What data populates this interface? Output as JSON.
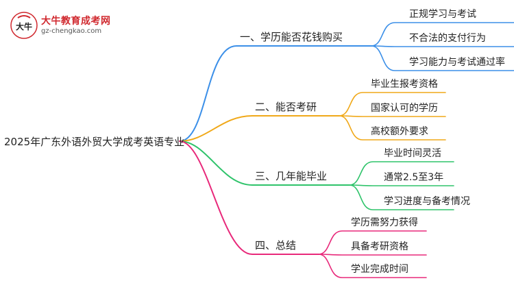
{
  "logo": {
    "glyph": "大牛",
    "title": "大牛教育成考网",
    "url": "gz-chengkao.com"
  },
  "mindmap": {
    "root": "2025年广东外语外贸大学成考英语专业",
    "branches": [
      {
        "label": "一、学历能否花钱购买",
        "color": "#3b8fe8",
        "children": [
          "正规学习与考试",
          "不合法的支付行为",
          "学习能力与考试通过率"
        ]
      },
      {
        "label": "二、能否考研",
        "color": "#f0a818",
        "children": [
          "毕业生报考资格",
          "国家认可的学历",
          "高校额外要求"
        ]
      },
      {
        "label": "三、几年能毕业",
        "color": "#2ec36a",
        "children": [
          "毕业时间灵活",
          "通常2.5至3年",
          "学习进度与备考情况"
        ]
      },
      {
        "label": "四、总结",
        "color": "#e8287a",
        "children": [
          "学历需努力获得",
          "具备考研资格",
          "学业完成时间"
        ]
      }
    ]
  }
}
